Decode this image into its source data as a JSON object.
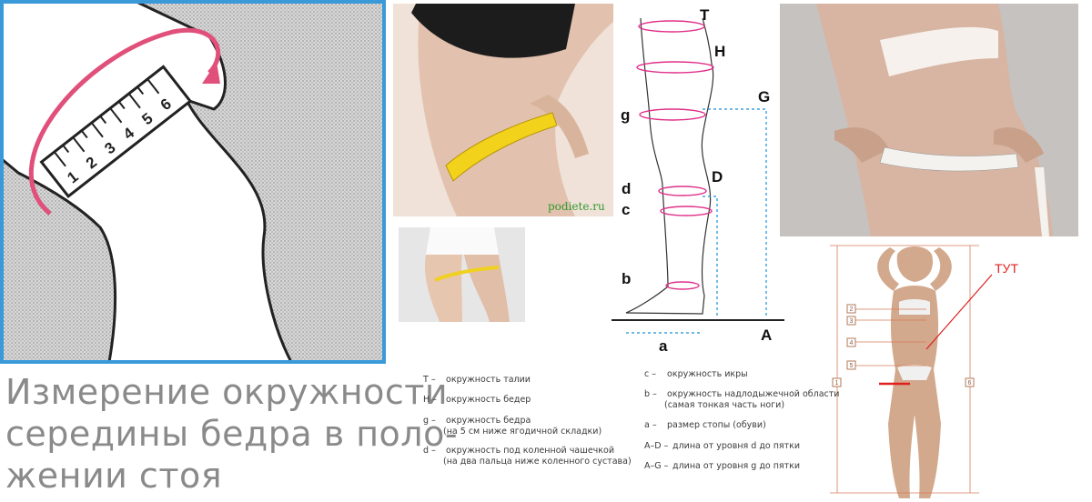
{
  "caption": {
    "line1": "Измерение окружности",
    "line2": "середины бедра в поло-",
    "line3": "жении стоя"
  },
  "tape_numbers": [
    "1",
    "2",
    "3",
    "4",
    "5",
    "6"
  ],
  "watermark": "podiete.ru",
  "leg_labels": {
    "T": "T",
    "H": "H",
    "G": "G",
    "g": "g",
    "D": "D",
    "d": "d",
    "c": "c",
    "b": "b",
    "a": "a",
    "A": "A"
  },
  "legend_left": [
    {
      "key": "T –",
      "text": "окружность талии",
      "sub": ""
    },
    {
      "key": "H –",
      "text": "окружность бедер",
      "sub": ""
    },
    {
      "key": "g –",
      "text": "окружность бедра",
      "sub": "(на 5 см ниже ягодичной складки)"
    },
    {
      "key": "d –",
      "text": "окружность под коленной чашечкой",
      "sub": "(на два пальца ниже коленного сустава)"
    }
  ],
  "legend_right": [
    {
      "key": "c –",
      "text": "окружность икры",
      "sub": ""
    },
    {
      "key": "b –",
      "text": "окружность надлодыжечной области",
      "sub": "(самая тонкая часть ноги)"
    },
    {
      "key": "a –",
      "text": "размер стопы (обуви)",
      "sub": ""
    },
    {
      "key": "A–D –",
      "text": "длина от уровня d до пятки",
      "sub": ""
    },
    {
      "key": "A–G –",
      "text": "длина от уровня g до пятки",
      "sub": ""
    }
  ],
  "body_markers": [
    "2",
    "3",
    "4",
    "5",
    "1",
    "6"
  ],
  "tut_label": "ТУТ",
  "colors": {
    "arrow": "#e0507a",
    "diagram_border": "#3a9ad9",
    "leg_circles": "#e0308a",
    "dashed_lines": "#1a8fd8",
    "tut": "#e02020",
    "caption": "#8a8a8a"
  }
}
